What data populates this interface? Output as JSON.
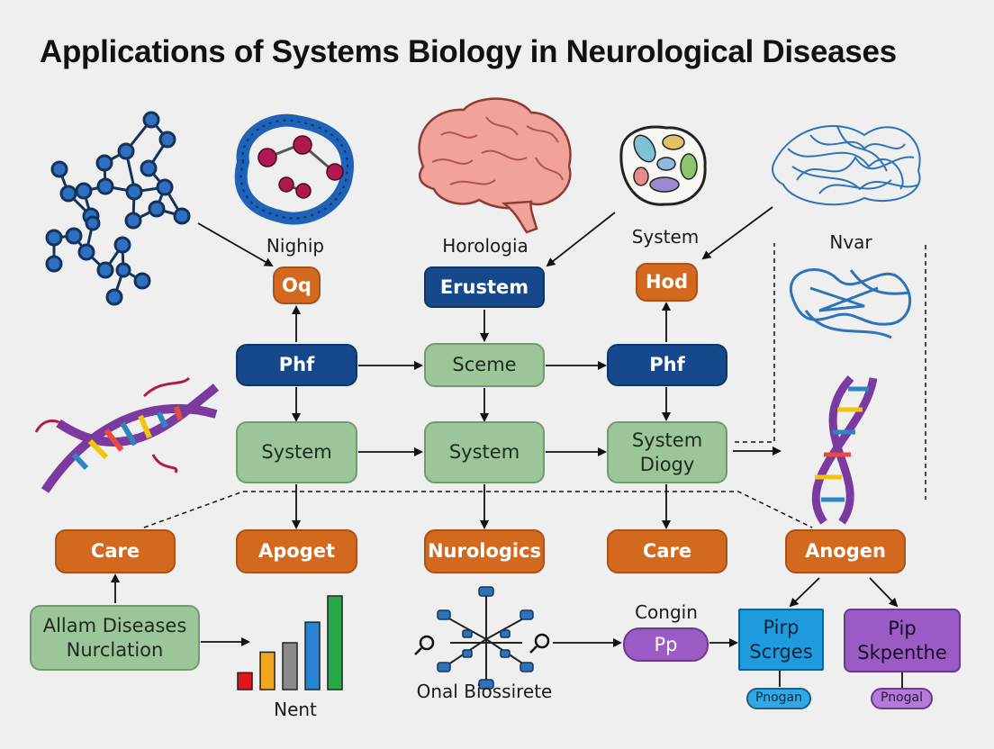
{
  "title": "Applications of Systems Biology in Neurological Diseases",
  "labels": {
    "nighip": "Nighip",
    "horologia": "Horologia",
    "system": "System",
    "nvar": "Nvar",
    "congin": "Congin",
    "onal": "Onal Biossirete",
    "nent": "Nent"
  },
  "nodes": {
    "oq": "Oq",
    "erustem": "Erustem",
    "hod": "Hod",
    "phf_left": "Phf",
    "sceme": "Sceme",
    "phf_right": "Phf",
    "system_left": "System",
    "system_mid": "System",
    "system_diogy": "System\nDiogy",
    "care_left": "Care",
    "apoget": "Apoget",
    "nurologics": "Nurologics",
    "care_right": "Care",
    "anogen": "Anogen",
    "allam": "Allam Diseases\nNurclation",
    "pp": "Pp",
    "pirp_scrges": "Pirp\nScrges",
    "pip_skpenthe": "Pip\nSkpenthe",
    "pnogan": "Pnogan",
    "pnogal": "Pnogal"
  },
  "colors": {
    "orange": "#d2691e",
    "blue": "#16498c",
    "green": "#9cc699",
    "purple": "#9a5bc4",
    "cyan": "#1e9ade",
    "background": "#efefef"
  },
  "icons": [
    "molecule-network-icon",
    "protein-ring-icon",
    "brain-icon",
    "cell-icon",
    "protein-tangle-icon",
    "protein-ribbon-icon",
    "dna-helix-icon",
    "bar-chart-icon",
    "antibody-cluster-icon"
  ],
  "chart_data": {
    "type": "bar",
    "values": [
      18,
      40,
      50,
      72,
      100
    ],
    "colors": [
      "#e0161b",
      "#f0a51e",
      "#8a8a8a",
      "#2a84d4",
      "#28a84a"
    ]
  }
}
